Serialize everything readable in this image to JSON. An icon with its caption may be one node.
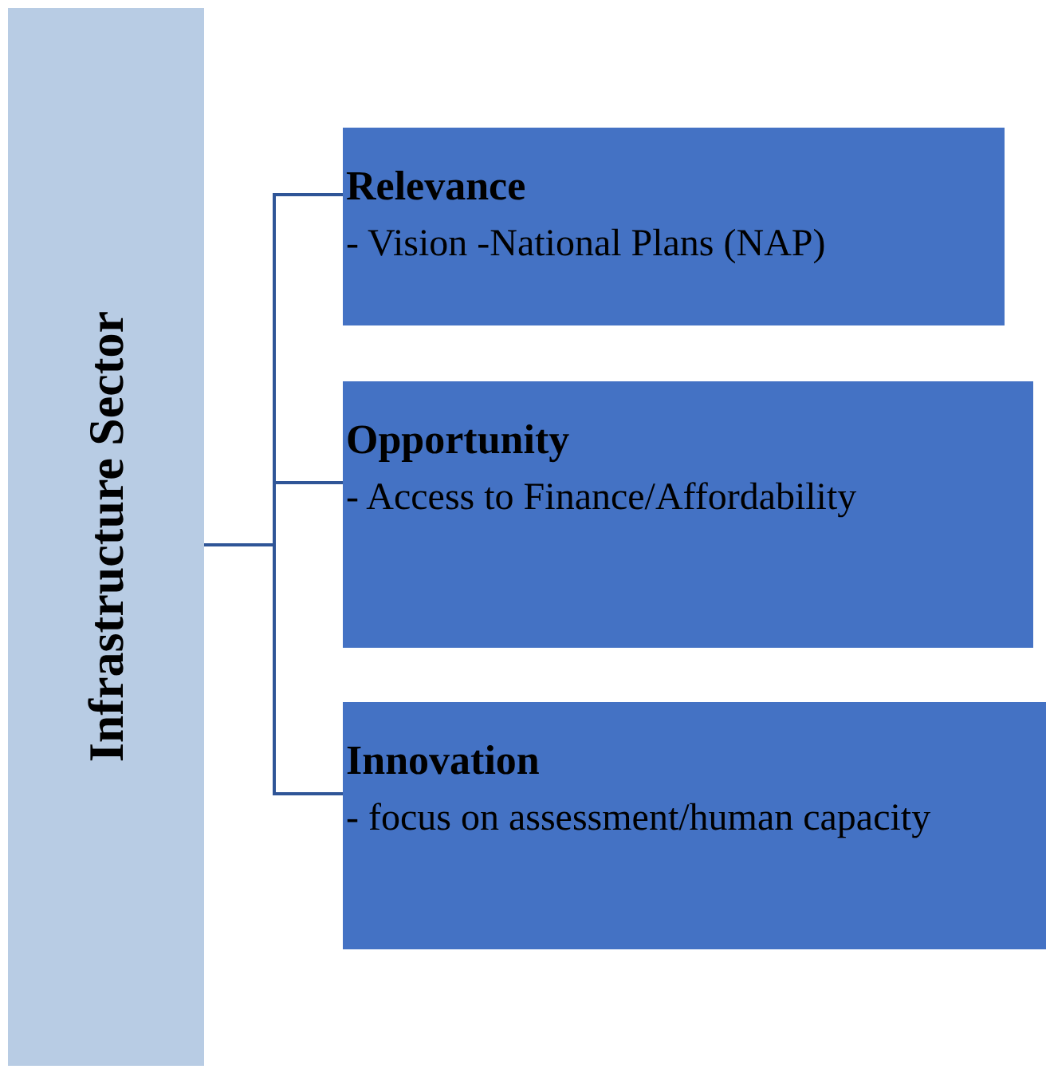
{
  "diagram": {
    "nodes": [
      {
        "text": [
          "Infrastructure Sector"
        ]
      },
      {
        "text": [
          "Relevance",
          "- Vision -National Plans (NAP)"
        ]
      },
      {
        "text": [
          "Opportunity",
          "- Access to Finance/Affordability"
        ]
      },
      {
        "text": [
          "Innovation",
          "- focus on assessment/human capacity"
        ]
      }
    ],
    "edges": [
      {
        "from": 0,
        "to": 1,
        "arrow": "none"
      },
      {
        "from": 0,
        "to": 2,
        "arrow": "none"
      },
      {
        "from": 0,
        "to": 3,
        "arrow": "none"
      }
    ]
  }
}
